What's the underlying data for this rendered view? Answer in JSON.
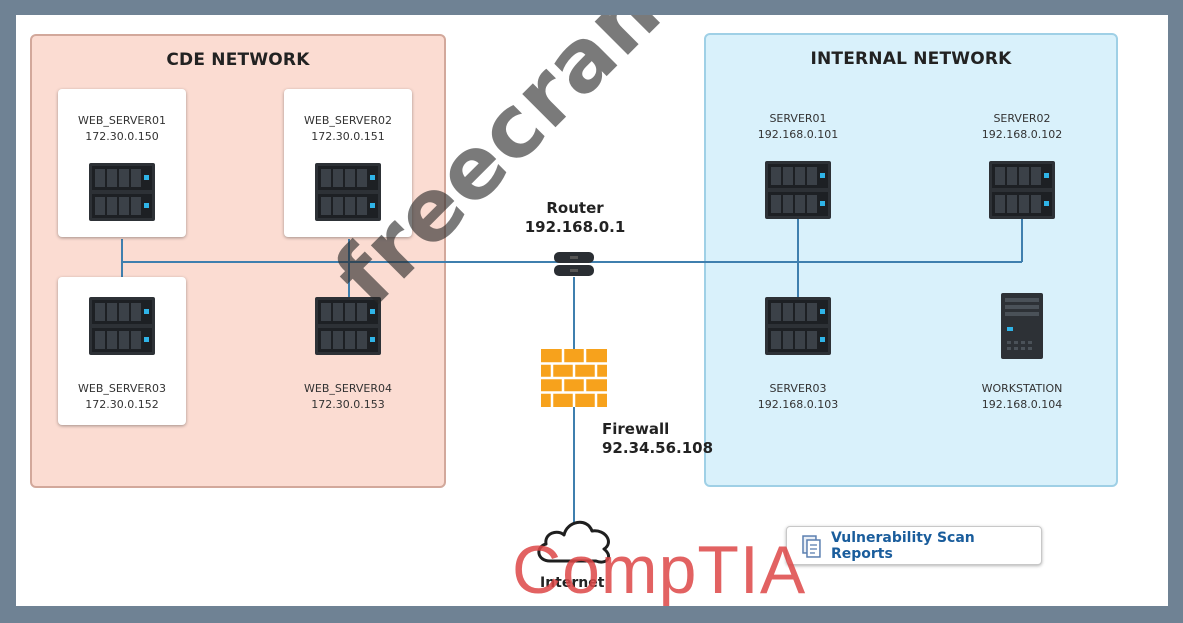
{
  "zones": {
    "cde": {
      "title": "CDE NETWORK"
    },
    "internal": {
      "title": "INTERNAL NETWORK"
    }
  },
  "cde_servers": [
    {
      "name": "WEB_SERVER01",
      "ip": "172.30.0.150"
    },
    {
      "name": "WEB_SERVER02",
      "ip": "172.30.0.151"
    },
    {
      "name": "WEB_SERVER03",
      "ip": "172.30.0.152"
    },
    {
      "name": "WEB_SERVER04",
      "ip": "172.30.0.153"
    }
  ],
  "internal_nodes": [
    {
      "name": "SERVER01",
      "ip": "192.168.0.101"
    },
    {
      "name": "SERVER02",
      "ip": "192.168.0.102"
    },
    {
      "name": "SERVER03",
      "ip": "192.168.0.103"
    },
    {
      "name": "WORKSTATION",
      "ip": "192.168.0.104"
    }
  ],
  "router": {
    "label": "Router",
    "ip": "192.168.0.1"
  },
  "firewall": {
    "label": "Firewall",
    "ip": "92.34.56.108"
  },
  "internet": {
    "label": "Internet"
  },
  "scan_reports_button": {
    "label": "Vulnerability Scan Reports"
  },
  "watermark": {
    "text": "freecram.net"
  },
  "logo": {
    "text": "CompTIA"
  },
  "colors": {
    "cde_bg": "#fbdcd2",
    "internal_bg": "#d9f1fb",
    "wire": "#3f7fae",
    "frame": "#6f8294"
  }
}
